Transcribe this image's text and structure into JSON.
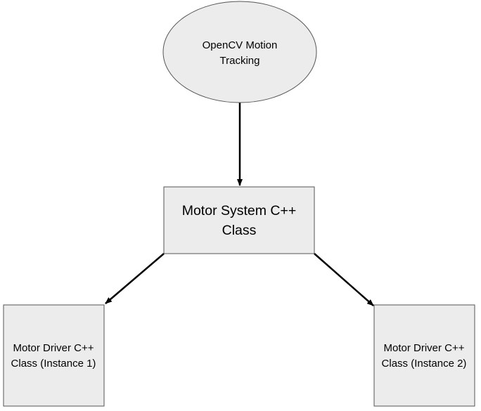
{
  "diagram": {
    "nodes": {
      "opencv": {
        "shape": "ellipse",
        "line1": "OpenCV Motion",
        "line2": "Tracking"
      },
      "motor_system": {
        "shape": "rectangle",
        "line1": "Motor System C++",
        "line2": "Class"
      },
      "driver_1": {
        "shape": "rectangle",
        "line1": "Motor Driver C++",
        "line2": "Class (Instance 1)"
      },
      "driver_2": {
        "shape": "rectangle",
        "line1": "Motor Driver C++",
        "line2": "Class (Instance 2)"
      }
    },
    "edges": [
      {
        "from": "OpenCV Motion Tracking",
        "to": "Motor System C++ Class"
      },
      {
        "from": "Motor System C++ Class",
        "to": "Motor Driver C++ Class (Instance 1)"
      },
      {
        "from": "Motor System C++ Class",
        "to": "Motor Driver C++ Class (Instance 2)"
      }
    ],
    "colors": {
      "node_fill": "#ececec",
      "node_stroke": "#555555",
      "edge_stroke": "#000000",
      "background": "#ffffff"
    }
  }
}
